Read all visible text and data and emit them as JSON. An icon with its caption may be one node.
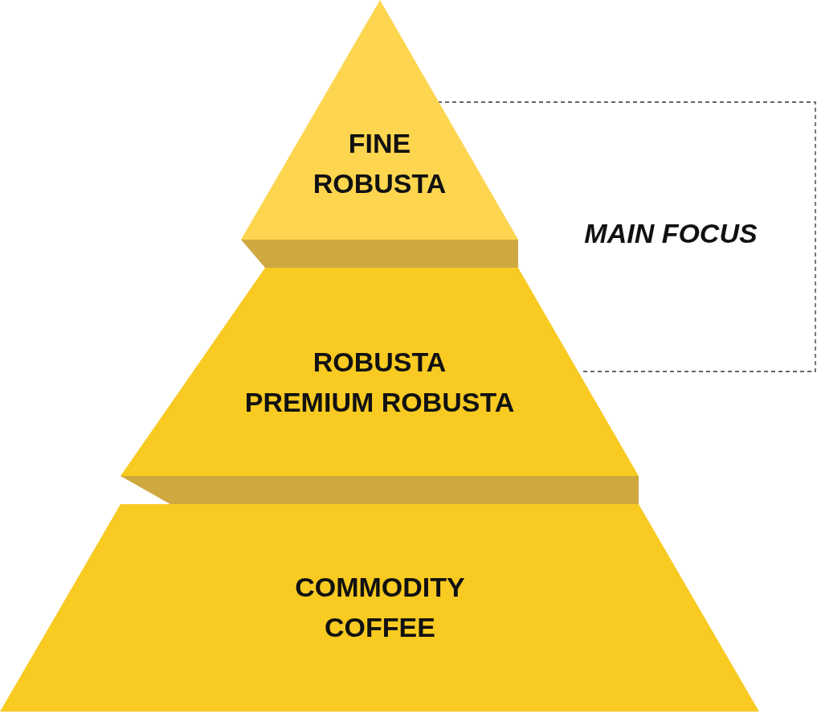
{
  "diagram": {
    "nodes": [
      {
        "text": [
          "FINE ROBUSTA"
        ]
      },
      {
        "text": [
          "ROBUSTA",
          "PREMIUM ROBUSTA"
        ]
      },
      {
        "text": [
          "COMMODITY COFFEE"
        ]
      }
    ],
    "labels": [
      "MAIN FOCUS"
    ]
  }
}
